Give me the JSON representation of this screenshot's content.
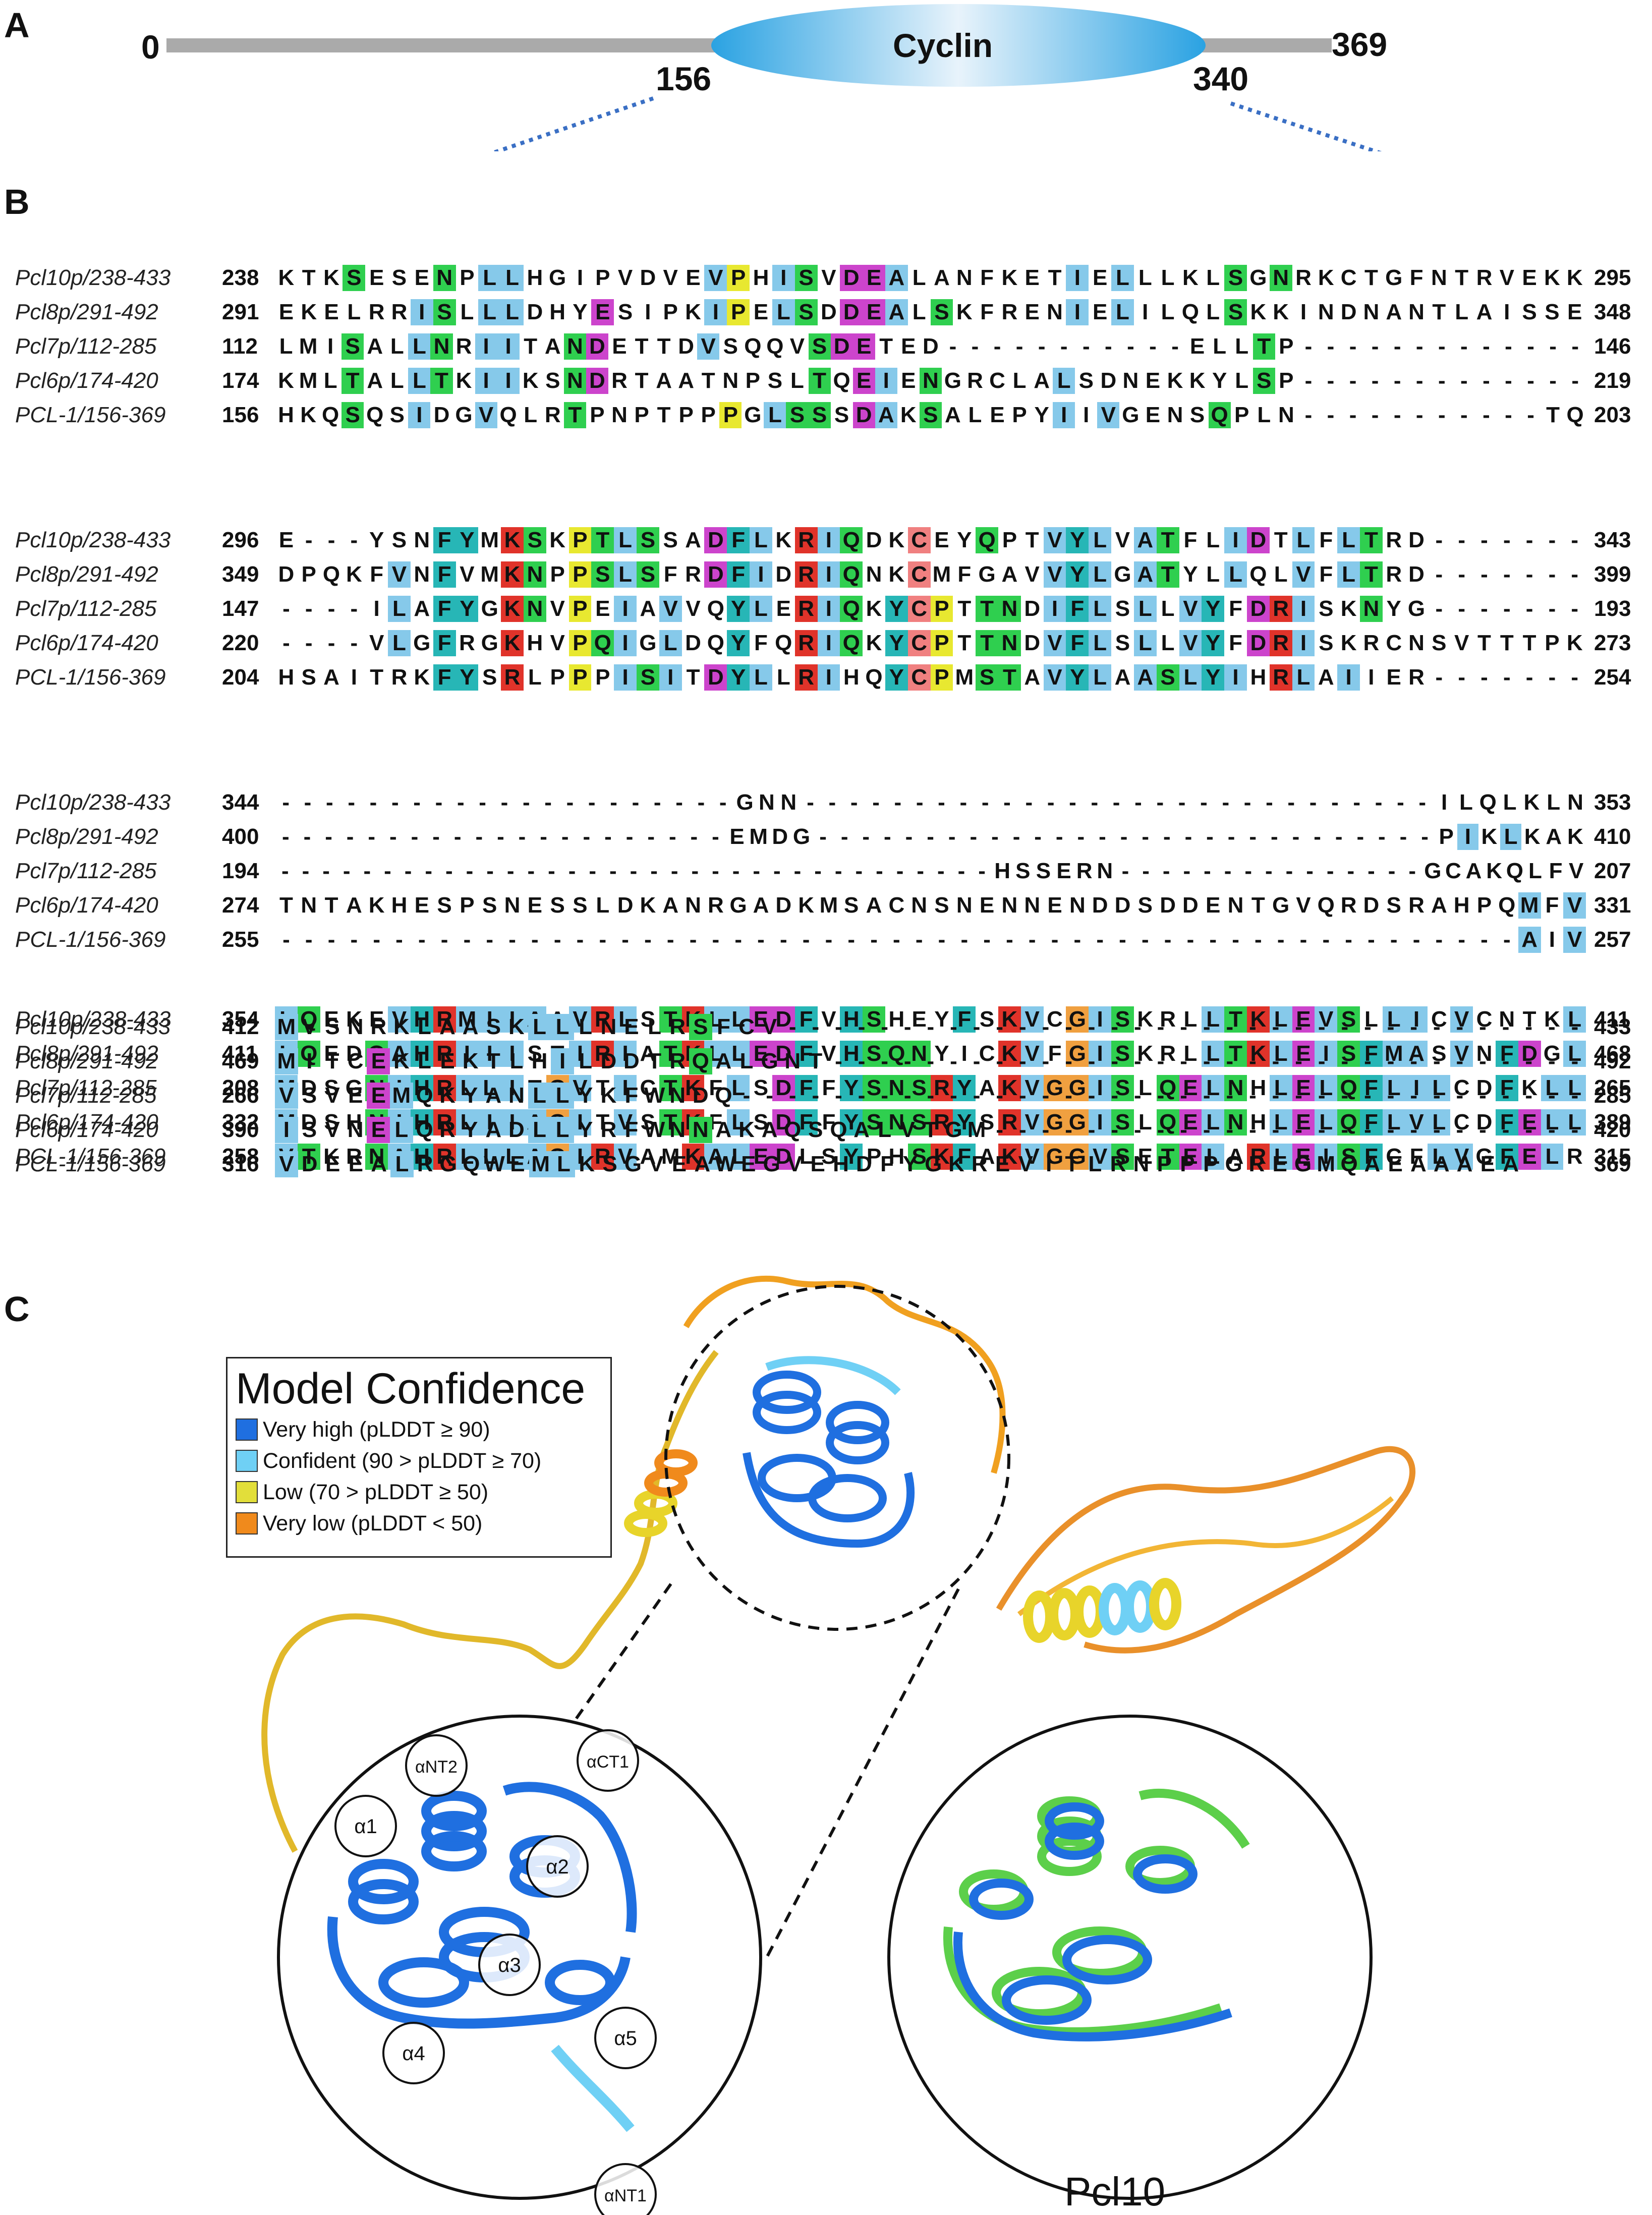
{
  "panels": {
    "a": "A",
    "b": "B",
    "c": "C"
  },
  "domain": {
    "start": "0",
    "end": "369",
    "cyclin_start": "156",
    "cyclin_end": "340",
    "label": "Cyclin",
    "bar_color": "#aaaaaa",
    "cyclin_color": "#3aa6e0"
  },
  "alignment": {
    "names": [
      "Pcl10p/238-433",
      "Pcl8p/291-492",
      "Pcl7p/112-285",
      "Pcl6p/174-420",
      "PCL-1/156-369"
    ],
    "blocks": [
      {
        "rows": [
          {
            "start": "238",
            "seq": "KTKSESENPLLHGIPVDVEVPHISVDEALANFKETIELLLKLSGNRKCTGFNTRVEKK",
            "end": "295"
          },
          {
            "start": "291",
            "seq": "EKELRRISLLLDHYESIPKIPELSDDEALSKFRENIELILQLSKKINDNANTLAISSE",
            "end": "348"
          },
          {
            "start": "112",
            "seq": "LMISALLNRIITANDETTDVSQQVSDETED-----------ELLTP-------------",
            "end": "146"
          },
          {
            "start": "174",
            "seq": "KMLTALLTKIIKSNDRTAATNPSLTQEIENGRCLALSDNEKKYLSP-------------",
            "end": "219"
          },
          {
            "start": "156",
            "seq": "HKQSQSIDGVQLRTPNPTPPPGLSSSDAKSALEPYIIVGENSQPLN-----------TQ",
            "end": "203"
          }
        ]
      },
      {
        "rows": [
          {
            "start": "296",
            "seq": "E---YSNFYMKSKPTLSSADFLKRIQDKCEYQPTVYLVATFLIDTLFLTRD-------",
            "end": "343"
          },
          {
            "start": "349",
            "seq": "DPQKFVNFVMKNPPSLSFRDFIDRIQNKCMFGAVVYLGATYLLQLVFLTRD-------",
            "end": "399"
          },
          {
            "start": "147",
            "seq": "----ILAFYGKNVPEIAVVQYLERIQKYCPTTNDIFLSLLVYFDRISKNYG-------",
            "end": "193"
          },
          {
            "start": "220",
            "seq": "----VLGFRGKHVPQIGLDQYFQRIQKYCPTTNDVFLSLLVYFDRISKRCNSVTTTPK",
            "end": "273"
          },
          {
            "start": "204",
            "seq": "HSAITRKFYSRLPPPISITDYLLRIHQYCPMSTAVYLAASLYIHRLAIIER-------",
            "end": "254"
          }
        ]
      },
      {
        "rows": [
          {
            "start": "344",
            "seq": "---------------------GNN-----------------------------ILQLKLN",
            "end": "353"
          },
          {
            "start": "400",
            "seq": "---------------------EMDG-----------------------------PIKLKAK",
            "end": "410"
          },
          {
            "start": "194",
            "seq": "-----------------------------------HSSERN---------------GCAKQLFV",
            "end": "207"
          },
          {
            "start": "274",
            "seq": "TNTAKHESPSNESSLDKANRGADKMSACNSNENNENDDSDDENTGVQRDSRAHPQMFV",
            "end": "331"
          },
          {
            "start": "255",
            "seq": "-------------------------------------------------------AIV",
            "end": "257"
          }
        ]
      },
      {
        "rows": [
          {
            "start": "354",
            "seq": "LQEKEVHRMIIAAVRLSTKLLEDFVHSHEYFSKVCGISKRLLTKLEVSLLICVCNTKL",
            "end": "411"
          },
          {
            "start": "411",
            "seq": "LQEDQAHRIIISTIRIATKLLEDFVHSQNYICKVFGISKRLLTKLEISFMASVNFDGL",
            "end": "468"
          },
          {
            "start": "208",
            "seq": "MDSGNIHRLLITGVTICTKFLSDFFYSNSRYAKVGGISLQELNHLELQFLILCDFKLL",
            "end": "265"
          },
          {
            "start": "332",
            "seq": "MDSHNIHRLIIAGITVSTKFLSDFFYSNSRYSRVGGISLQELNHLELQFLVLCDFELL",
            "end": "389"
          },
          {
            "start": "258",
            "seq": "VTKRNAHRLLLAGIRVAMKALEDLSYPHSKFAKVGGVSETELARLEISFCFLVGFELR",
            "end": "315"
          }
        ]
      },
      {
        "rows": [
          {
            "start": "412",
            "seq": "MVSNRKLAASKLLLNELRSFCV-----------------------------------",
            "end": "433"
          },
          {
            "start": "469",
            "seq": "MITCEKLEKTLHILDDTRQALGNT---------------------------------",
            "end": "492"
          },
          {
            "start": "266",
            "seq": "VSVEEMQKYANLLYKFWNDQ-------------------------------------",
            "end": "285"
          },
          {
            "start": "390",
            "seq": "ISVNELQRYADLLYRFWNNAKAQSQALVTGM--------------------------",
            "end": "420"
          },
          {
            "start": "316",
            "seq": "VDEEALRGQWEMLKSGVEAWEGVEHDFYGKREVITLRNPPPGREGMQAEAAAEA",
            "end": "369"
          }
        ]
      }
    ],
    "residue_colors": {
      "hydrophobic": "#86c9ea",
      "polar": "#2fcf4f",
      "acidic": "#cc44cc",
      "basic": "#e0332a",
      "glycine": "#f0a040",
      "proline": "#e8e830",
      "cysteine": "#f08080",
      "aromatic": "#27b6b6"
    }
  },
  "legend": {
    "title": "Model Confidence",
    "items": [
      {
        "label": "Very high (pLDDT ≥ 90)",
        "color": "#1f6fe0"
      },
      {
        "label": "Confident (90 > pLDDT ≥ 70)",
        "color": "#6fd0f5"
      },
      {
        "label": "Low (70 > pLDDT ≥ 50)",
        "color": "#e2de3a"
      },
      {
        "label": "Very low (pLDDT < 50)",
        "color": "#f08a1c"
      }
    ]
  },
  "helix_labels": [
    "αNT2",
    "αCT1",
    "α1",
    "α2",
    "α3",
    "α4",
    "α5",
    "αNT1"
  ],
  "structure_label": "Pcl10",
  "structure_colors": {
    "model": "#1f6fe0",
    "overlay": "#5ccf4a"
  }
}
